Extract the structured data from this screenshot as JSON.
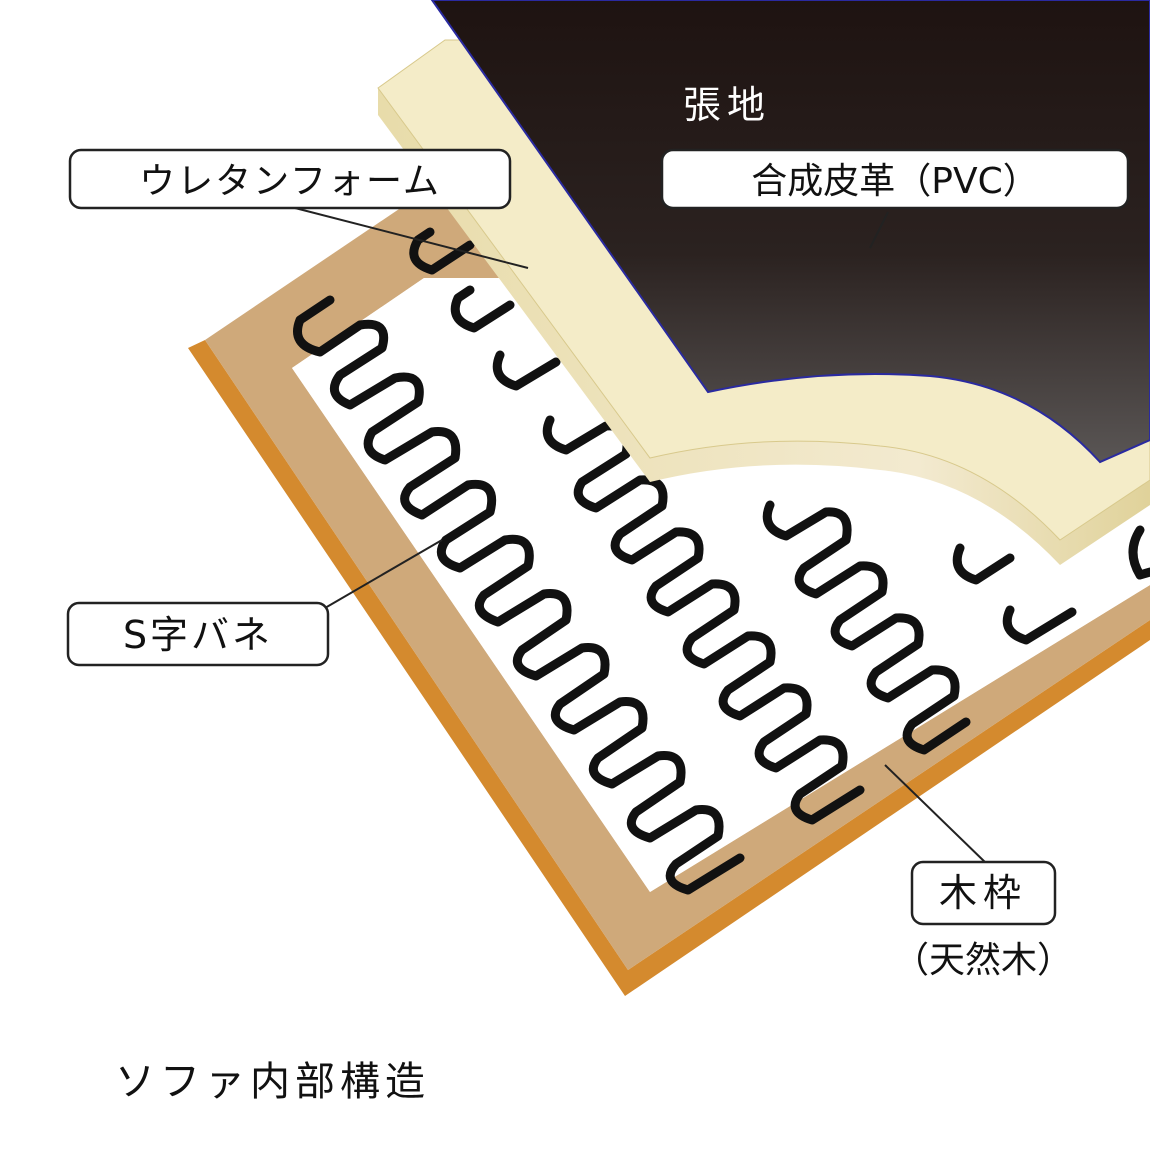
{
  "labels": {
    "upholstery": "張地",
    "synthetic_leather": "合成皮革（PVC）",
    "urethane_foam": "ウレタンフォーム",
    "s_spring": "S字バネ",
    "wood_frame": "木枠",
    "wood_frame_note": "（天然木）",
    "caption": "ソファ内部構造"
  },
  "colors": {
    "frame_top": "#cfa97a",
    "frame_side": "#d48a2e",
    "foam_top": "#f4ecc8",
    "foam_edge": "#e6d8a0",
    "leather_top": "#231816",
    "leather_bottom": "#4f4b49",
    "leather_edge": "#2a2aa0",
    "spring": "#111111"
  }
}
